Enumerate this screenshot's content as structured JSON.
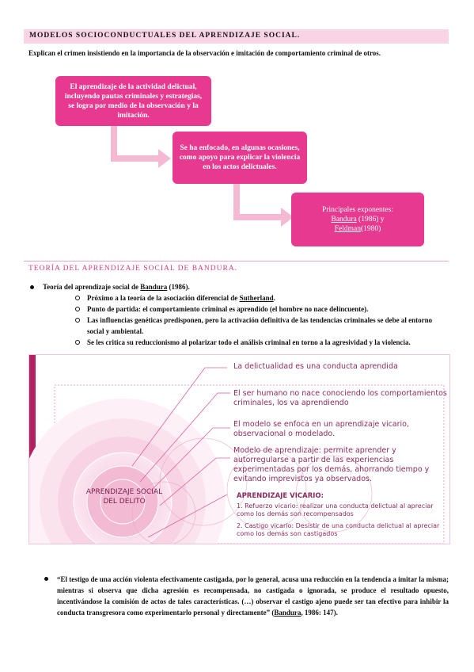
{
  "header": {
    "title": "MODELOS SOCIOCONDUCTUALES DEL APRENDIZAJE SOCIAL."
  },
  "intro": "Explican el crimen insistiendo en la importancia de la observación e imitación de comportamiento criminal de otros.",
  "flow": [
    {
      "text": "El aprendizaje de la actividad delictual, incluyendo pautas criminales y estrategias, se logra por medio de la observación y la imitación."
    },
    {
      "text": "Se ha enfocado, en algunas ocasiones, como apoyo para explicar la violencia en los actos delictuales."
    },
    {
      "line1": "Principales exponentes:",
      "name1": "Bandura",
      "year1": " (1986) y",
      "name2": "Feldman",
      "year2": "(1980)"
    }
  ],
  "section2": {
    "title": "TEORÍA DEL APRENDIZAJE SOCIAL DE BANDURA."
  },
  "bullet_main": {
    "prefix": "Teoría del aprendizaje social de ",
    "name": "Bandura",
    "suffix": " (1986)."
  },
  "subbullets": [
    {
      "prefix": "Próximo a la teoría de la asociación diferencial de ",
      "name": "Sutherland",
      "suffix": "."
    },
    {
      "prefix": "Punto de partida: el comportamiento criminal es aprendido (el hombre no nace delincuente).",
      "name": "",
      "suffix": ""
    },
    {
      "prefix": "Las influencias genéticas predisponen, pero la activación definitiva de las tendencias criminales se debe al entorno social y ambiental.",
      "name": "",
      "suffix": ""
    },
    {
      "prefix": "Se les critica su reduccionismo al polarizar todo el análisis criminal en torno a la agresividad y la violencia.",
      "name": "",
      "suffix": ""
    }
  ],
  "figure": {
    "center_label": "APRENDIZAJE SOCIAL DEL DELITO",
    "items": [
      "La delictualidad es una conducta aprendida",
      "El ser humano no nace conociendo los comportamientos criminales, los va aprendiendo",
      "El modelo se enfoca en un aprendizaje vicario, observacional o modelado.",
      "Modelo de aprendizaje: permite aprender y autorregularse a partir de las experiencias experimentadas por los demás, ahorrando tiempo y evitando imprevistos ya observados."
    ],
    "vicario_title": "APRENDIZAJE VICARIO:",
    "vicario_items": [
      "1. Refuerzo vicario: realizar una conducta delictual al apreciar como los demás son recompensados",
      "2. Castigo vicario: Desistir de una conducta delictual al apreciar como los demás son castigados"
    ],
    "accent_color": "#d63b82"
  },
  "quote": {
    "text": "“El testigo de una acción violenta efectivamente castigada, por lo general, acusa una reducción en la tendencia a imitar la misma; mientras si observa que dicha agresión es recompensada, no castigada o ignorada, se produce el resultado opuesto, incentivándose la comisión de actos de tales características. (…) observar el castigo ajeno puede ser tan efectivo para inhibir la conducta transgresora como experimentarlo personal y directamente” (",
    "name": "Bandura",
    "suffix": ", 1986: 147)."
  }
}
